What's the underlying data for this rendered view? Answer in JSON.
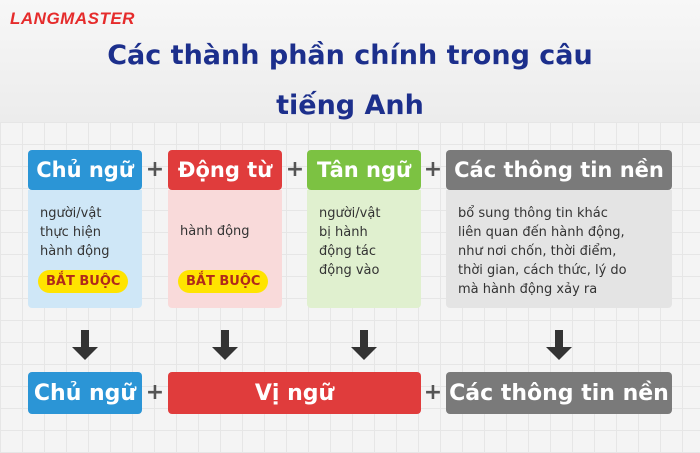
{
  "logo": "LANGMASTER",
  "title": {
    "line1": "Các thành phần chính trong câu",
    "line2": "tiếng Anh"
  },
  "columns": [
    {
      "header": "Chủ ngữ",
      "body": [
        "người/vật",
        "thực hiện",
        "hành động"
      ],
      "badge": "BẮT BUỘC",
      "color": "#2b95d6",
      "bg": "#cfe7f7"
    },
    {
      "header": "Động từ",
      "body": [
        "hành động"
      ],
      "badge": "BẮT BUỘC",
      "color": "#e03c3c",
      "bg": "#f9dada"
    },
    {
      "header": "Tân ngữ",
      "body": [
        "người/vật",
        "bị hành",
        "động tác",
        "động vào"
      ],
      "badge": "",
      "color": "#7cc242",
      "bg": "#e0f0cf"
    },
    {
      "header": "Các thông tin nền",
      "body": [
        "bổ sung thông tin khác",
        "liên quan đến hành động,",
        "như nơi chốn, thời điểm,",
        "thời gian, cách thức, lý do",
        "mà hành động xảy ra"
      ],
      "badge": "",
      "color": "#7a7a7a",
      "bg": "#e4e4e4"
    }
  ],
  "plus": "+",
  "result": {
    "subject": "Chủ ngữ",
    "predicate": "Vị ngữ",
    "background": "Các thông tin nền"
  }
}
